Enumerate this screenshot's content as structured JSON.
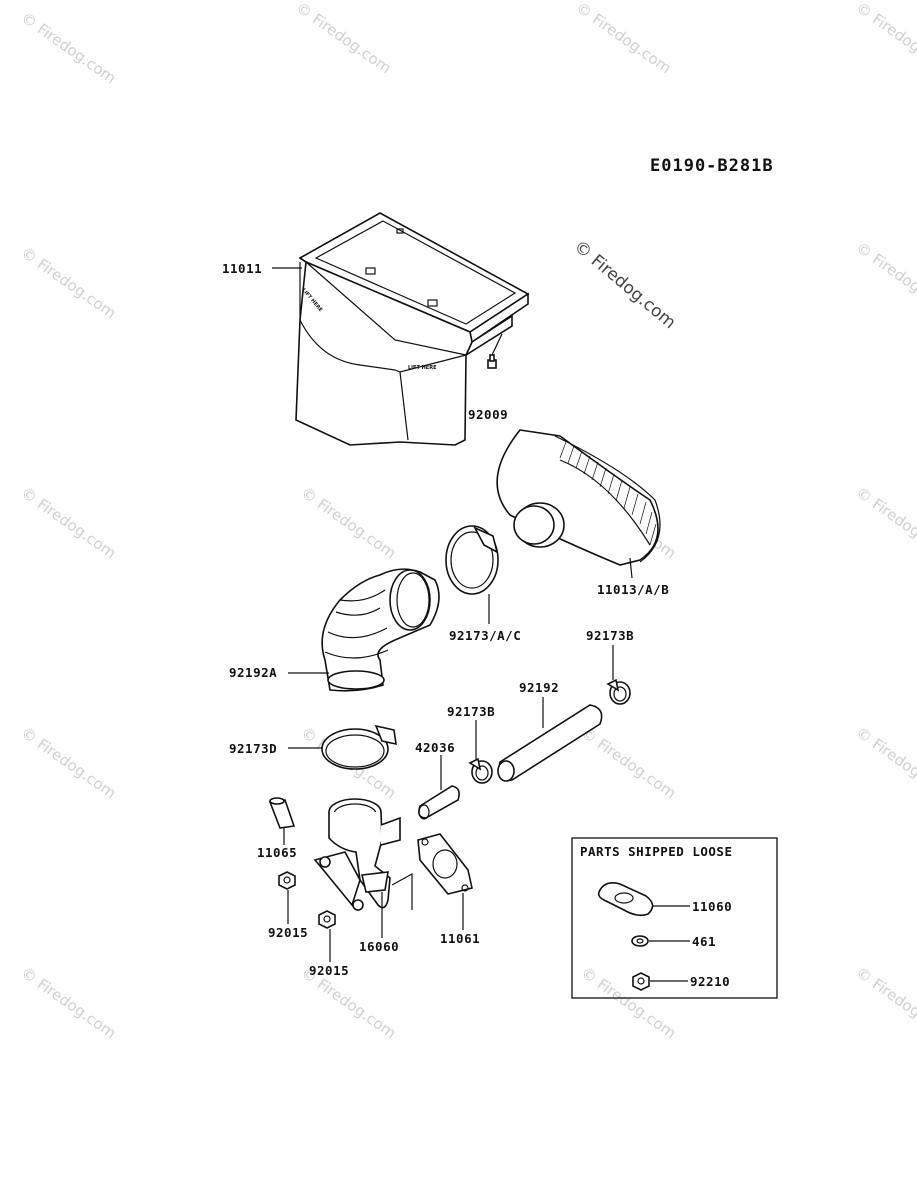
{
  "diagram_code": "E0190-B281B",
  "copyright": "© Firedog.com",
  "watermark": "© Firedog.com",
  "box_title": "PARTS SHIPPED LOOSE",
  "lift_here": "LIFT HERE",
  "parts": {
    "p11011": "11011",
    "p92009": "92009",
    "p11013": "11013/A/B",
    "p92173ac": "92173/A/C",
    "p92192a": "92192A",
    "p92173b_top": "92173B",
    "p92192": "92192",
    "p92173b_mid": "92173B",
    "p92173d": "92173D",
    "p42036": "42036",
    "p11065": "11065",
    "p92015a": "92015",
    "p16060": "16060",
    "p11061": "11061",
    "p92015b": "92015",
    "p11060": "11060",
    "p461": "461",
    "p92210": "92210"
  }
}
